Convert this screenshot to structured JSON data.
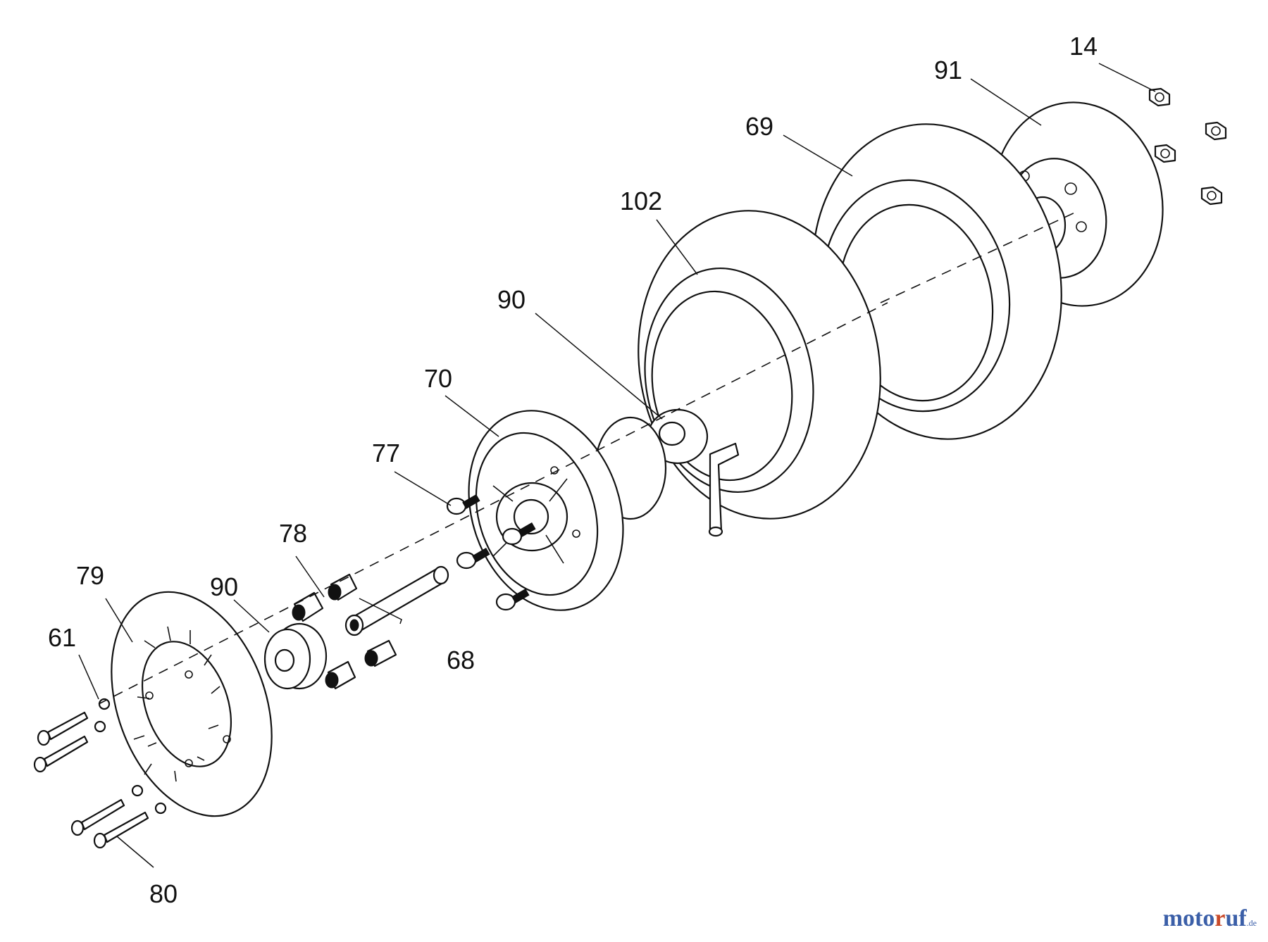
{
  "diagram": {
    "callouts": [
      {
        "id": "14",
        "text": "14"
      },
      {
        "id": "91",
        "text": "91"
      },
      {
        "id": "69",
        "text": "69"
      },
      {
        "id": "102",
        "text": "102"
      },
      {
        "id": "90a",
        "text": "90"
      },
      {
        "id": "70",
        "text": "70"
      },
      {
        "id": "77",
        "text": "77"
      },
      {
        "id": "78",
        "text": "78"
      },
      {
        "id": "79",
        "text": "79"
      },
      {
        "id": "90b",
        "text": "90"
      },
      {
        "id": "61",
        "text": "61"
      },
      {
        "id": "68",
        "text": "68"
      },
      {
        "id": "80",
        "text": "80"
      }
    ]
  },
  "watermark": {
    "part1": "moto",
    "part2": "r",
    "part3": "uf",
    "suffix": ".de"
  },
  "colors": {
    "line": "#111111",
    "watermark_blue": "#3b5fa8",
    "watermark_red": "#c84a2a"
  }
}
